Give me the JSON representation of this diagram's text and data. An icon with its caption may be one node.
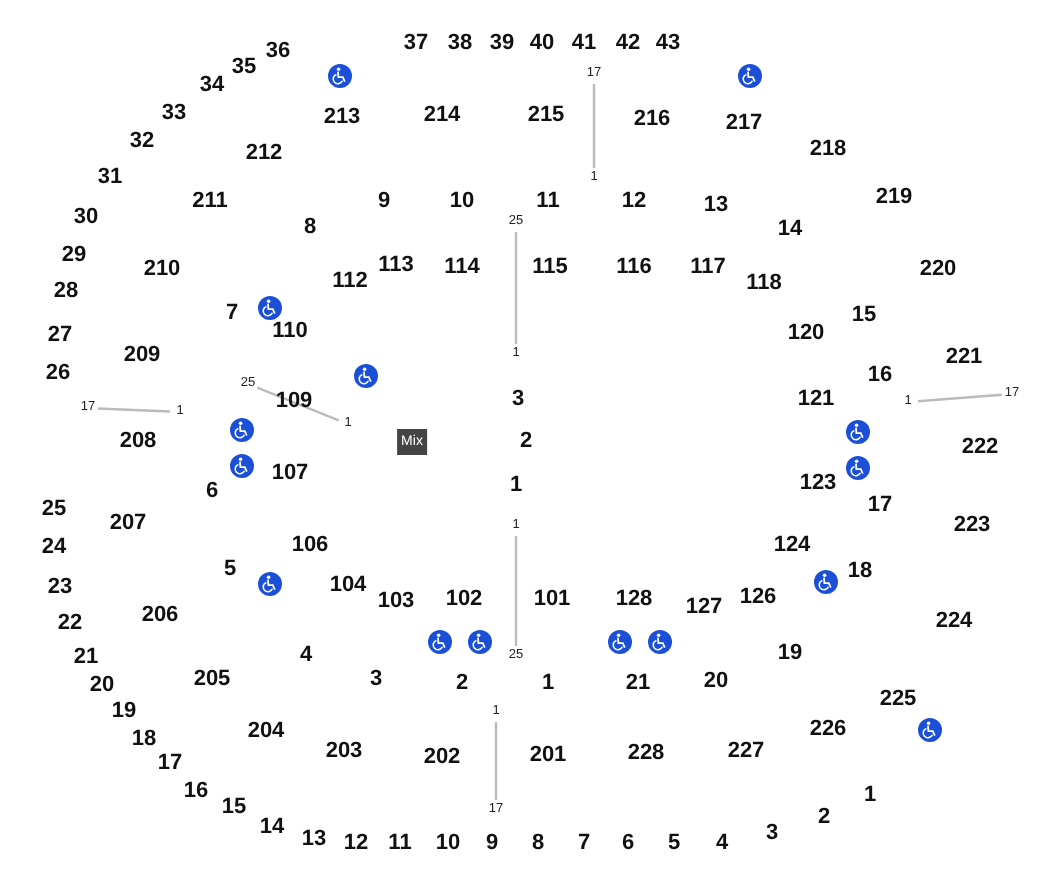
{
  "diagram": {
    "nodes": [
      {
        "text": [
          "Mix"
        ]
      }
    ],
    "labels": [
      "37",
      "38",
      "39",
      "40",
      "41",
      "42",
      "43",
      "36",
      "35",
      "34",
      "33",
      "32",
      "31",
      "30",
      "29",
      "28",
      "27",
      "26",
      "25",
      "24",
      "23",
      "22",
      "21",
      "20",
      "19",
      "18",
      "17",
      "16",
      "15",
      "14",
      "13",
      "12",
      "11",
      "10",
      "9",
      "8",
      "7",
      "6",
      "5",
      "4",
      "3",
      "2",
      "1",
      "213",
      "214",
      "215",
      "216",
      "217",
      "218",
      "219",
      "220",
      "221",
      "222",
      "223",
      "224",
      "225",
      "226",
      "227",
      "228",
      "201",
      "202",
      "203",
      "204",
      "205",
      "206",
      "207",
      "208",
      "209",
      "210",
      "211",
      "212",
      "8",
      "9",
      "10",
      "11",
      "12",
      "13",
      "14",
      "15",
      "16",
      "17",
      "18",
      "19",
      "20",
      "21",
      "1",
      "2",
      "3",
      "4",
      "5",
      "6",
      "7",
      "113",
      "114",
      "115",
      "116",
      "117",
      "118",
      "112",
      "110",
      "120",
      "121",
      "109",
      "107",
      "123",
      "124",
      "106",
      "104",
      "103",
      "102",
      "101",
      "128",
      "127",
      "126",
      "3",
      "2",
      "1",
      "17",
      "1",
      "25",
      "1",
      "25",
      "1",
      "17",
      "1",
      "1",
      "17",
      "1",
      "25",
      "1",
      "17"
    ]
  }
}
